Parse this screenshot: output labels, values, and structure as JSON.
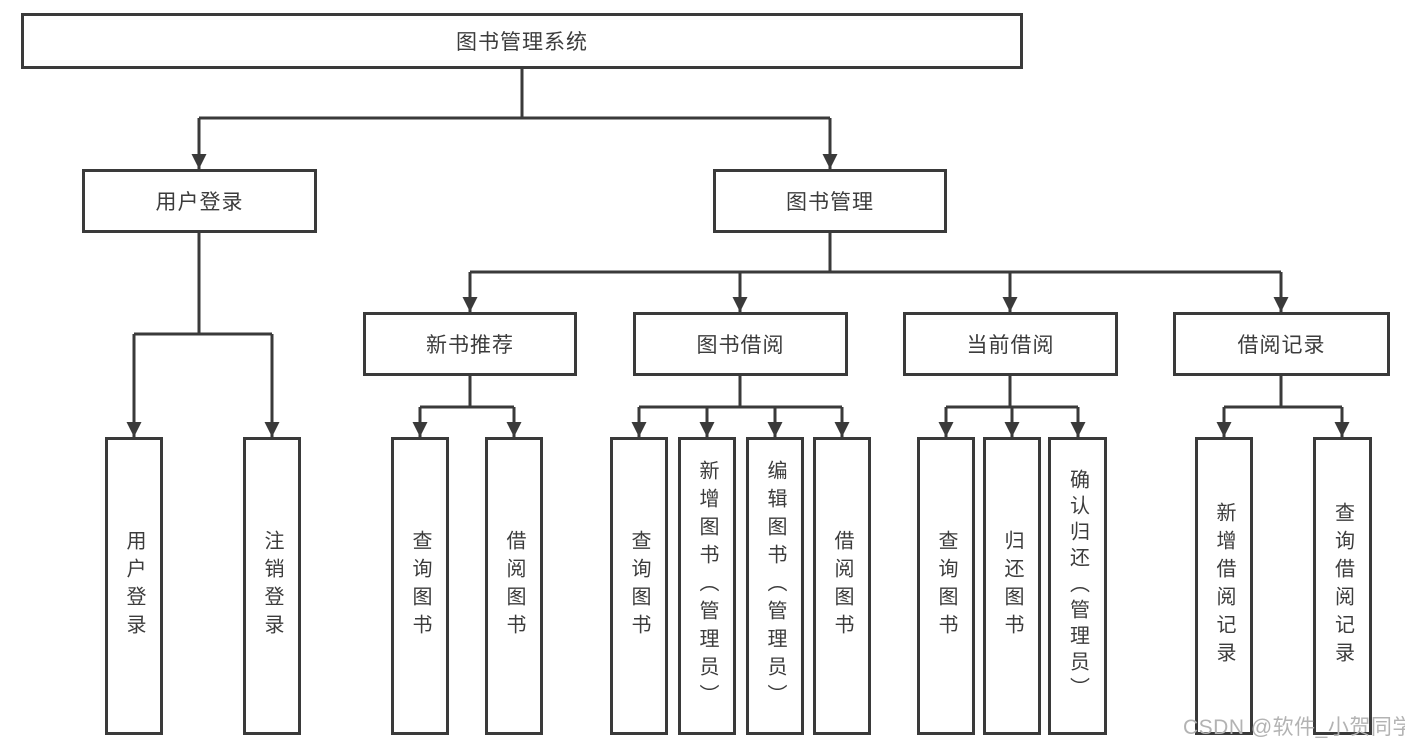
{
  "nodes": {
    "root": "图书管理系统",
    "level2": [
      "用户登录",
      "图书管理"
    ],
    "level3": [
      "新书推荐",
      "图书借阅",
      "当前借阅",
      "借阅记录"
    ],
    "leaves_user_login": [
      "用户登录",
      "注销登录"
    ],
    "leaves_new_book": [
      "查询图书",
      "借阅图书"
    ],
    "leaves_book_borrow": [
      "查询图书",
      "新增图书（管理员）",
      "编辑图书（管理员）",
      "借阅图书"
    ],
    "leaves_current_borrow": [
      "查询图书",
      "归还图书",
      "确认归还（管理员）"
    ],
    "leaves_borrow_record": [
      "新增借阅记录",
      "查询借阅记录"
    ]
  },
  "watermark": "CSDN @软件_小贺同学",
  "colors": {
    "line": "#3a3a3a",
    "box_border": "#3a3a3a",
    "text": "#3c3c3c",
    "watermark": "#b3b3b3",
    "background": "#ffffff"
  }
}
